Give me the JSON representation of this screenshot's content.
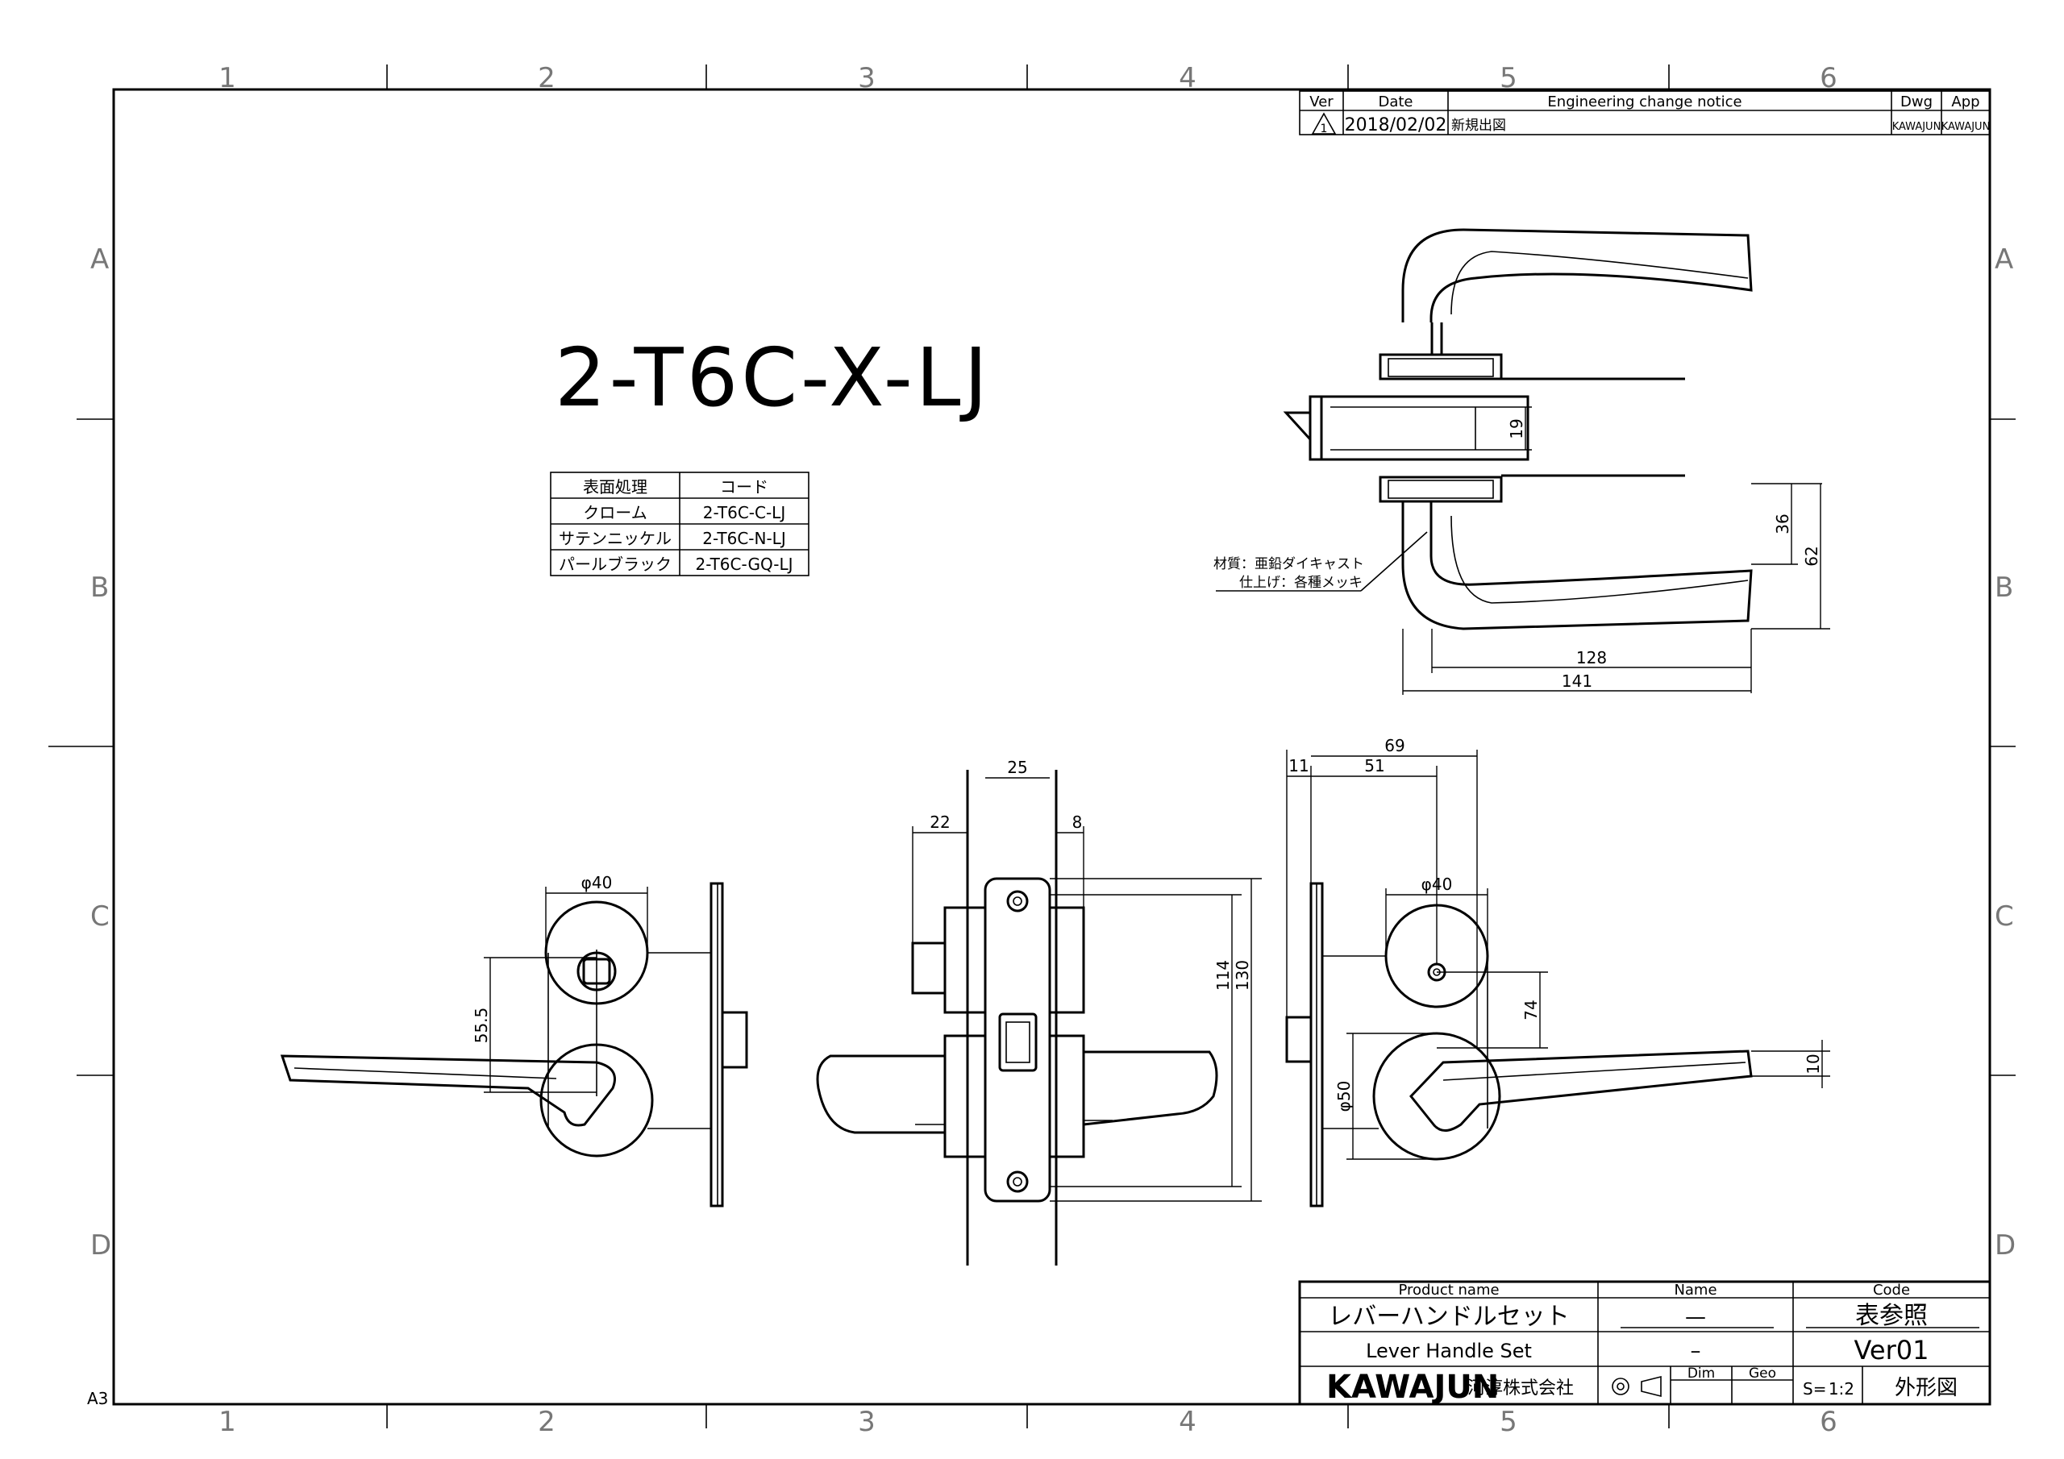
{
  "grid": {
    "columns": [
      "1",
      "2",
      "3",
      "4",
      "5",
      "6"
    ],
    "rows": [
      "A",
      "B",
      "C",
      "D"
    ],
    "sheet_size": "A3"
  },
  "part_number": "2-T6C-X-LJ",
  "finish_table": {
    "headers": [
      "表面処理",
      "コード"
    ],
    "rows": [
      [
        "クローム",
        "2-T6C-C-LJ"
      ],
      [
        "サテンニッケル",
        "2-T6C-N-LJ"
      ],
      [
        "パールブラック",
        "2-T6C-GQ-LJ"
      ]
    ]
  },
  "revision_block": {
    "headers": [
      "Ver",
      "Date",
      "Engineering change notice",
      "Dwg",
      "App"
    ],
    "row": {
      "ver": "1",
      "date": "2018/02/02",
      "notice": "新規出図",
      "dwg": "KAWAJUN",
      "app": "KAWAJUN"
    }
  },
  "material_note": [
    "材質：亜鉛ダイキャスト",
    "仕上げ：各種メッキ"
  ],
  "dimensions": {
    "top_view": [
      "19",
      "36",
      "62",
      "128",
      "141"
    ],
    "left_view": [
      "φ40",
      "55.5"
    ],
    "side_view": [
      "25",
      "22",
      "8",
      "114",
      "130"
    ],
    "right_view": [
      "69",
      "11",
      "51",
      "φ40",
      "74",
      "10",
      "φ50"
    ]
  },
  "title_block": {
    "product_name_header": "Product name",
    "product_name_jp": "レバーハンドルセット",
    "product_name_en": "Lever Handle Set",
    "name_header": "Name",
    "name_value_1": "—",
    "name_value_2": "–",
    "code_header": "Code",
    "code_value": "表参照",
    "version": "Ver01",
    "company_logo": "KAWAJUN",
    "company_name": "河淳株式会社",
    "dim_label": "Dim",
    "geo_label": "Geo",
    "scale_label": "S=",
    "scale_value": "1:2",
    "drawing_type": "外形図"
  }
}
